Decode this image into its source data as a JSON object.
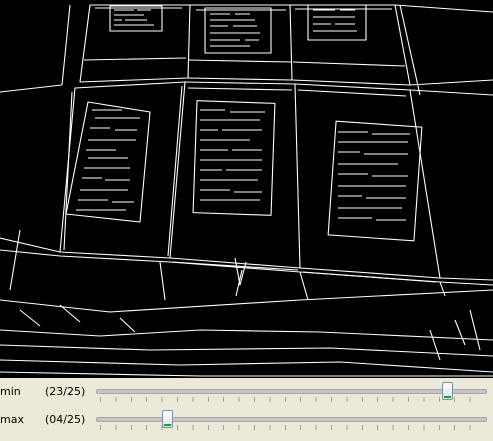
{
  "viewport": {
    "content": "edge-detection-output",
    "background": "#000000",
    "stroke_color": "#ffffff"
  },
  "trackbars": [
    {
      "name": "min",
      "value_text": "(23/25)",
      "value": 23,
      "max": 25
    },
    {
      "name": "max",
      "value_text": "(04/25)",
      "value": 4,
      "max": 25
    }
  ],
  "colors": {
    "window_bg": "#ece9d8",
    "thumb_accent": "#21a121"
  }
}
